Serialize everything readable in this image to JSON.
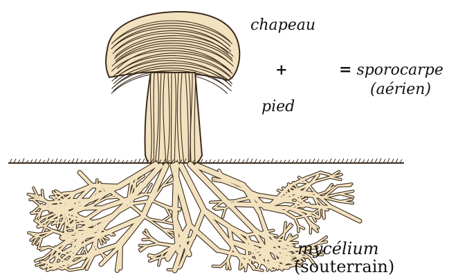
{
  "labels": {
    "cap": "chapeau",
    "plus": "+",
    "stem": "pied",
    "equals": "=",
    "sporocarp": "sporocarpe",
    "aerial": "(aérien)",
    "mycelium": "mycélium",
    "underground": "(souterrain)"
  },
  "colors": {
    "hypha_fill": "#f3e2bf",
    "hypha_outline": "#3a2a1c",
    "ink": "#111111"
  },
  "icons": {
    "mushroom": "fruiting-body-illustration",
    "soil": "soil-line",
    "mycelium": "branching-hyphae-network"
  }
}
